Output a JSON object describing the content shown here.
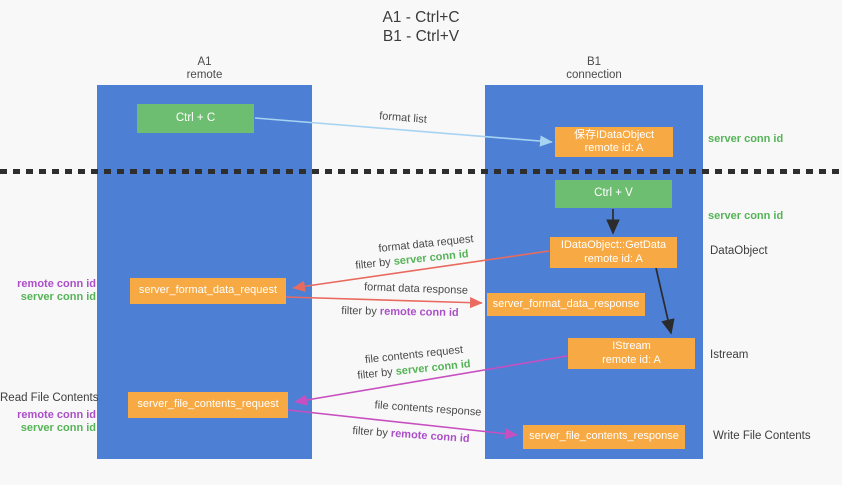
{
  "title": {
    "line1": "A1 - Ctrl+C",
    "line2": "B1 - Ctrl+V"
  },
  "lanes": {
    "a": {
      "name": "A1",
      "subtitle": "remote"
    },
    "b": {
      "name": "B1",
      "subtitle": "connection"
    }
  },
  "nodes": {
    "ctrl_c": {
      "label": "Ctrl + C"
    },
    "ctrl_v": {
      "label": "Ctrl + V"
    },
    "save_idataobject": {
      "line1": "保存IDataObject",
      "line2": "remote id: A"
    },
    "getdata": {
      "line1": "IDataObject::GetData",
      "line2": "remote id: A"
    },
    "istream": {
      "line1": "IStream",
      "line2": "remote id: A"
    },
    "server_format_data_request": {
      "label": "server_format_data_request"
    },
    "server_format_data_response": {
      "label": "server_format_data_response"
    },
    "server_file_contents_request": {
      "label": "server_file_contents_request"
    },
    "server_file_contents_response": {
      "label": "server_file_contents_response"
    }
  },
  "arrow_labels": {
    "format_list": "format list",
    "format_data_request": "format data request",
    "format_data_response": "format data response",
    "file_contents_request": "file contents request",
    "file_contents_response": "file contents response",
    "filter_by": "filter by"
  },
  "side_labels": {
    "server_conn_id": "server conn id",
    "remote_conn_id": "remote conn id",
    "dataobject": "DataObject",
    "istream": "Istream",
    "read_file_contents": "Read File Contents",
    "write_file_contents": "Write File Contents"
  },
  "colors": {
    "lane_blue": "#4d80d5",
    "green_box": "#6ebe71",
    "orange_box": "#f7a943",
    "green_text": "#55b457",
    "purple_text": "#ab4fc8",
    "red_arrow": "#e96a5f",
    "magenta_arrow": "#c84fc0",
    "lightblue_arrow": "#a6d3f2",
    "black_arrow": "#2b2b2b",
    "dash_line": "#2e2e2e"
  }
}
